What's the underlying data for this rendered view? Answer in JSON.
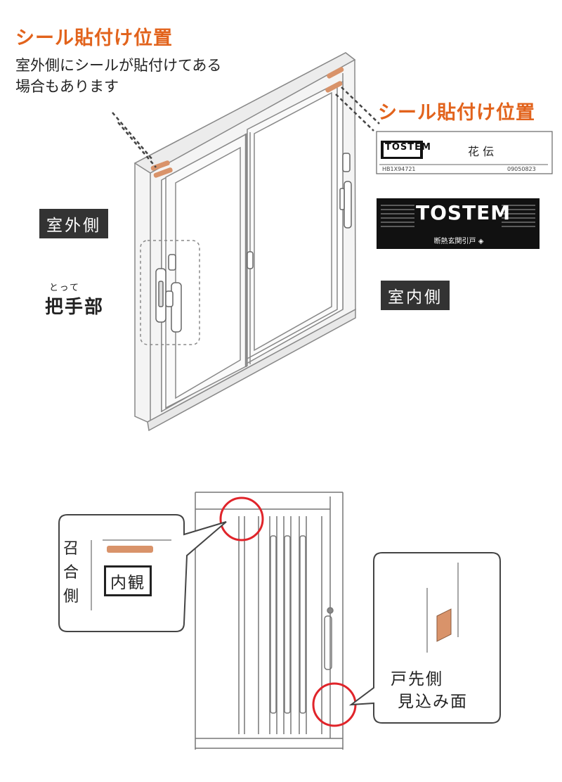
{
  "top": {
    "left_title": "シール貼付け位置",
    "left_note_line1": "室外側にシールが貼付けてある",
    "left_note_line2": "場合もあります",
    "right_title": "シール貼付け位置",
    "outdoor_label": "室外側",
    "indoor_label": "室内側",
    "handle_ruby": "とって",
    "handle_label": "把手部",
    "seal_small": {
      "brand": "TOSTEM",
      "text": "花 伝",
      "code_left": "HB1X94721",
      "code_right": "09050823"
    },
    "seal_large": {
      "brand": "TOSTEM",
      "subtitle": "断熱玄関引戸 ◈"
    }
  },
  "bottom": {
    "meeting_side_chars": [
      "召",
      "合",
      "側"
    ],
    "inner_view_label": "内観",
    "door_tip_label": "戸先側",
    "face_label": "見込み面"
  },
  "colors": {
    "accent_orange": "#e2631c",
    "seal_fill": "#d9936a",
    "callout_red": "#e0242a"
  }
}
